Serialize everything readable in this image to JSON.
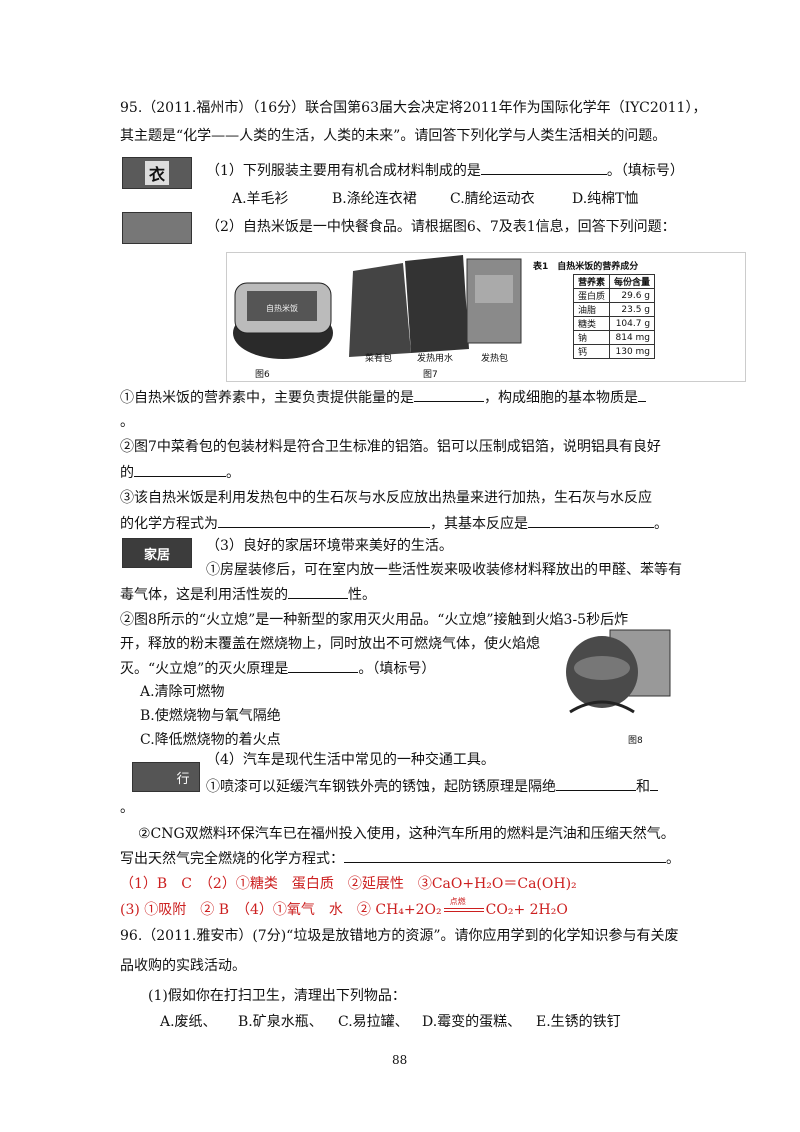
{
  "q95": {
    "header_line1": "95.（2011.福州市）（16分）联合国第63届大会决定将2011年作为国际化学年（IYC2011），",
    "header_line2": "其主题是“化学——人类的生活，人类的未来”。请回答下列化学与人类生活相关的问题。",
    "icon_clothes": "衣",
    "p1_text": "（1）下列服装主要用有机合成材料制成的是",
    "p1_tail": "。（填标号）",
    "p1_options": [
      "A.羊毛衫",
      "B.涤纶连衣裙",
      "C.腈纶运动衣",
      "D.纯棉T恤"
    ],
    "p2_text": "（2）自热米饭是一中快餐食品。请根据图6、7及表1信息，回答下列问题：",
    "fig6_caption": "图6",
    "fig7_caption": "图7",
    "fig7_labels": [
      "菜肴包",
      "发热用水",
      "发热包"
    ],
    "table1": {
      "title": "表1　自热米饭的营养成分",
      "headers": [
        "营养素",
        "每份含量"
      ],
      "rows": [
        [
          "蛋白质",
          "29.6 g"
        ],
        [
          "油脂",
          "23.5 g"
        ],
        [
          "糖类",
          "104.7 g"
        ],
        [
          "钠",
          "814 mg"
        ],
        [
          "钙",
          "130 mg"
        ]
      ]
    },
    "p2_q1_a": "①自热米饭的营养素中，主要负责提供能量的是",
    "p2_q1_b": "，构成细胞的基本物质是",
    "p2_q1_end": "。",
    "p2_q2_a": "②图7中菜肴包的包装材料是符合卫生标准的铝箔。铝可以压制成铝箔，说明铝具有良好",
    "p2_q2_b": "的",
    "p2_q2_end": "。",
    "p2_q3_a": "③该自热米饭是利用发热包中的生石灰与水反应放出热量来进行加热，生石灰与水反应",
    "p2_q3_b": "的化学方程式为",
    "p2_q3_c": "，其基本反应是",
    "p2_q3_end": "。",
    "icon_home": "家居",
    "p3_text": "（3）良好的家居环境带来美好的生活。",
    "p3_q1_a": "①房屋装修后，可在室内放一些活性炭来吸收装修材料释放出的甲醛、苯等有",
    "p3_q1_b": "毒气体，这是利用活性炭的",
    "p3_q1_end": "性。",
    "p3_q2_a": "②图8所示的“火立熄”是一种新型的家用灭火用品。“火立熄”接触到火焰3-5秒后炸",
    "p3_q2_b": "开，释放的粉末覆盖在燃烧物上，同时放出不可燃烧气体，使火焰熄",
    "p3_q2_c": "灭。“火立熄”的灭火原理是",
    "p3_q2_end": "。（填标号）",
    "p3_options": [
      "A.清除可燃物",
      "B.使燃烧物与氧气隔绝",
      "C.降低燃烧物的着火点"
    ],
    "fig8_caption": "图8",
    "icon_travel": "行",
    "p4_text": "（4）汽车是现代生活中常见的一种交通工具。",
    "p4_q1_a": "①喷漆可以延缓汽车钢铁外壳的锈蚀，起防锈原理是隔绝",
    "p4_q1_b": "和",
    "p4_q1_end": "。",
    "p4_q2_a": "②CNG双燃料环保汽车已在福州投入使用，这种汽车所用的燃料是汽油和压缩天然气。",
    "p4_q2_b": "写出天然气完全燃烧的化学方程式：",
    "p4_q2_end": "。",
    "answer_line1": "（1）B　C　（2）①糖类　蛋白质　②延展性　③CaO+H₂O＝Ca(OH)₂",
    "answer_line2_a": "(3) ①吸附　② B　（4）①氧气　水　② CH₄+2O₂",
    "answer_condition": "点燃",
    "answer_line2_b": "CO₂+ 2H₂O"
  },
  "q96": {
    "header_line1": "96.（2011.雅安市）(7分)“垃圾是放错地方的资源”。请你应用学到的化学知识参与有关废",
    "header_line2": "品收购的实践活动。",
    "p1_text": "(1)假如你在打扫卫生，清理出下列物品：",
    "p1_options": [
      "A.废纸、",
      "B.矿泉水瓶、",
      "C.易拉罐、",
      "D.霉变的蛋糕、",
      "E.生锈的铁钉"
    ]
  },
  "page_number": "88",
  "colors": {
    "answer": "#cc1f1f",
    "text": "#111111"
  }
}
